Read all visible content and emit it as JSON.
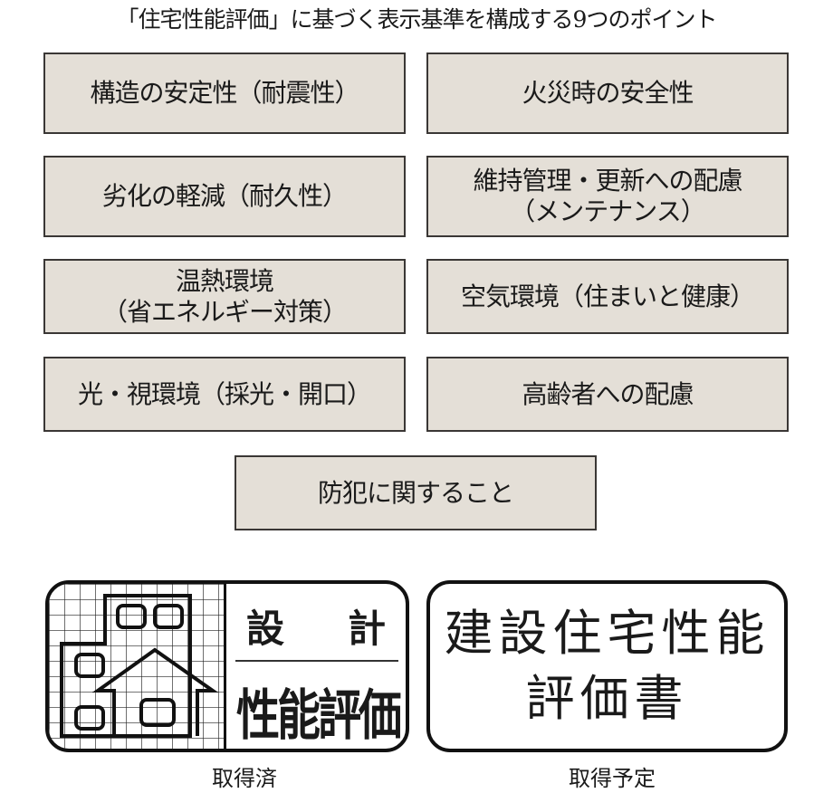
{
  "title": "「住宅性能評価」に基づく表示基準を構成する9つのポイント",
  "points": [
    {
      "lines": [
        "構造の安定性（耐震性）"
      ]
    },
    {
      "lines": [
        "火災時の安全性"
      ]
    },
    {
      "lines": [
        "劣化の軽減（耐久性）"
      ]
    },
    {
      "lines": [
        "維持管理・更新への配慮",
        "（メンテナンス）"
      ]
    },
    {
      "lines": [
        "温熱環境",
        "（省エネルギー対策）"
      ]
    },
    {
      "lines": [
        "空気環境（住まいと健康）"
      ]
    },
    {
      "lines": [
        "光・視環境（採光・開口）"
      ]
    },
    {
      "lines": [
        "高齢者への配慮"
      ]
    },
    {
      "lines": [
        "防犯に関すること"
      ]
    }
  ],
  "logos": {
    "design": {
      "label_chars": [
        "設",
        "計"
      ],
      "label_main": "性能評価",
      "icon": "house-grid-icon",
      "caption": "取得済"
    },
    "construction": {
      "lines": [
        "建設住宅性能",
        "評価書"
      ],
      "caption": "取得予定"
    }
  },
  "colors": {
    "box_fill": "#e4dfd7",
    "box_border": "#3a3735",
    "text": "#1a1a1a"
  }
}
